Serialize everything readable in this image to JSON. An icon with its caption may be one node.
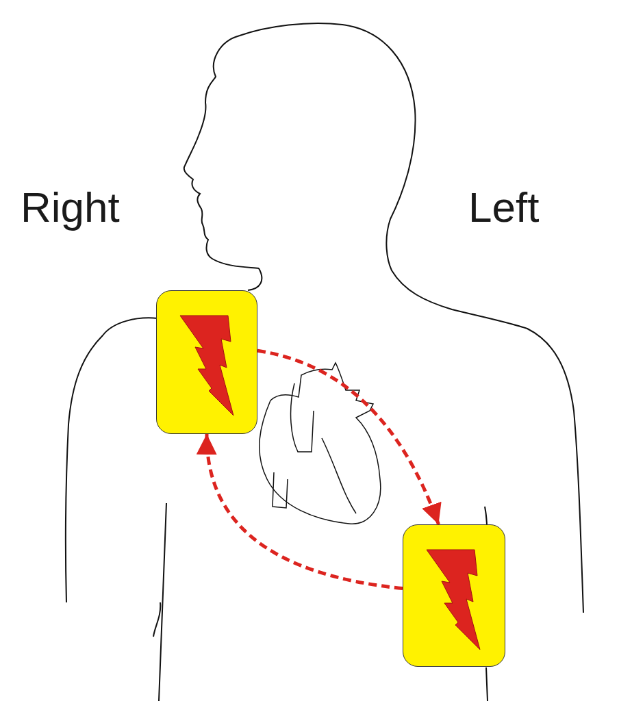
{
  "diagram": {
    "nodes": [
      {
        "text": [],
        "shape": "box"
      },
      {
        "text": [],
        "shape": "box"
      }
    ],
    "edges": [
      {
        "from": 0,
        "to": 1,
        "arrow": "to",
        "style": "dashed"
      },
      {
        "from": 1,
        "to": 0,
        "arrow": "to",
        "style": "dashed"
      }
    ],
    "labels": [
      "Right",
      "Left"
    ]
  }
}
